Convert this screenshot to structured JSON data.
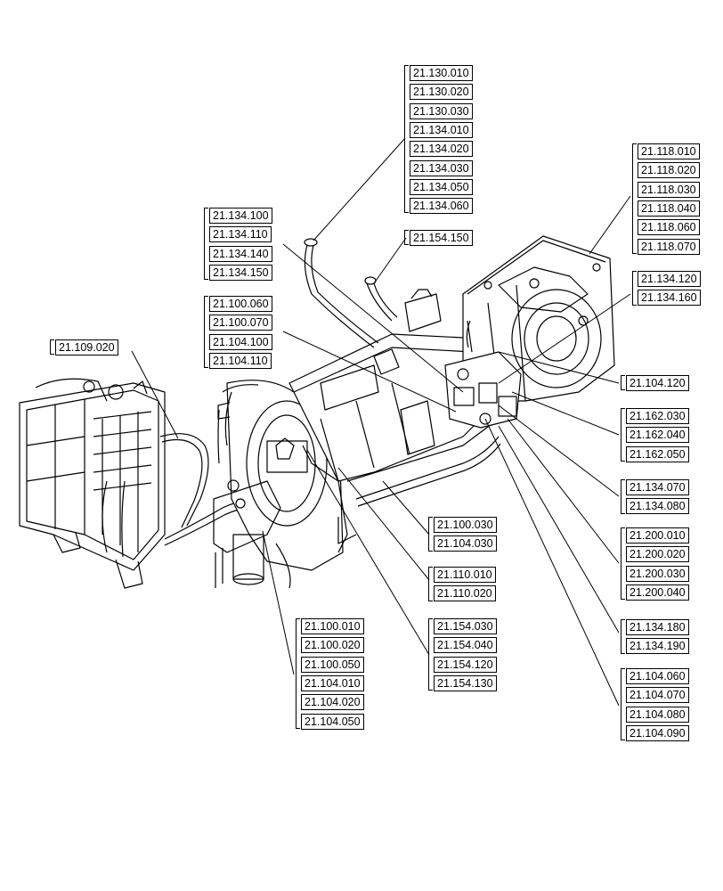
{
  "groups": [
    {
      "id": "g1",
      "labels": [
        "21.130.010",
        "21.130.020",
        "21.130.030",
        "21.134.010",
        "21.134.020",
        "21.134.030",
        "21.134.050",
        "21.134.060"
      ]
    },
    {
      "id": "g2",
      "labels": [
        "21.118.010",
        "21.118.020",
        "21.118.030",
        "21.118.040",
        "21.118.060",
        "21.118.070"
      ]
    },
    {
      "id": "g3",
      "labels": [
        "21.134.100",
        "21.134.110",
        "21.134.140",
        "21.134.150"
      ]
    },
    {
      "id": "g4",
      "labels": [
        "21.154.150"
      ]
    },
    {
      "id": "g5",
      "labels": [
        "21.134.120",
        "21.134.160"
      ]
    },
    {
      "id": "g6",
      "labels": [
        "21.100.060",
        "21.100.070",
        "21.104.100",
        "21.104.110"
      ]
    },
    {
      "id": "g7",
      "labels": [
        "21.109.020"
      ]
    },
    {
      "id": "g8",
      "labels": [
        "21.104.120"
      ]
    },
    {
      "id": "g9",
      "labels": [
        "21.162.030",
        "21.162.040",
        "21.162.050"
      ]
    },
    {
      "id": "g10",
      "labels": [
        "21.134.070",
        "21.134.080"
      ]
    },
    {
      "id": "g11",
      "labels": [
        "21.100.030",
        "21.104.030"
      ]
    },
    {
      "id": "g12",
      "labels": [
        "21.200.010",
        "21.200.020",
        "21.200.030",
        "21.200.040"
      ]
    },
    {
      "id": "g13",
      "labels": [
        "21.110.010",
        "21.110.020"
      ]
    },
    {
      "id": "g14",
      "labels": [
        "21.134.180",
        "21.134.190"
      ]
    },
    {
      "id": "g15",
      "labels": [
        "21.100.010",
        "21.100.020",
        "21.100.050",
        "21.104.010",
        "21.104.020",
        "21.104.050"
      ]
    },
    {
      "id": "g16",
      "labels": [
        "21.154.030",
        "21.154.040",
        "21.154.120",
        "21.154.130"
      ]
    },
    {
      "id": "g17",
      "labels": [
        "21.104.060",
        "21.104.070",
        "21.104.080",
        "21.104.090"
      ]
    }
  ]
}
